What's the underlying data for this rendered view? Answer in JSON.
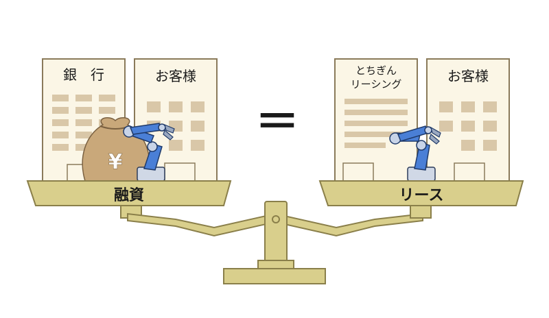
{
  "left_pan": {
    "label": "融資",
    "building_bank": "銀　行",
    "building_customer": "お客様",
    "money_bag_symbol": "¥",
    "robot_icon": "robot-arm-icon"
  },
  "right_pan": {
    "label": "リース",
    "building_leasing_line1": "とちぎん",
    "building_leasing_line2": "リーシング",
    "building_customer": "お客様",
    "robot_icon": "robot-arm-icon"
  },
  "equals_symbol": "＝",
  "colors": {
    "building_fill": "#fbf6e6",
    "building_stroke": "#8a7a5a",
    "window": "#d9c7a8",
    "scale": "#d9cf8c",
    "scale_stroke": "#8a7f4a",
    "bag": "#c9a87a",
    "robot_blue": "#4a7fd6"
  }
}
